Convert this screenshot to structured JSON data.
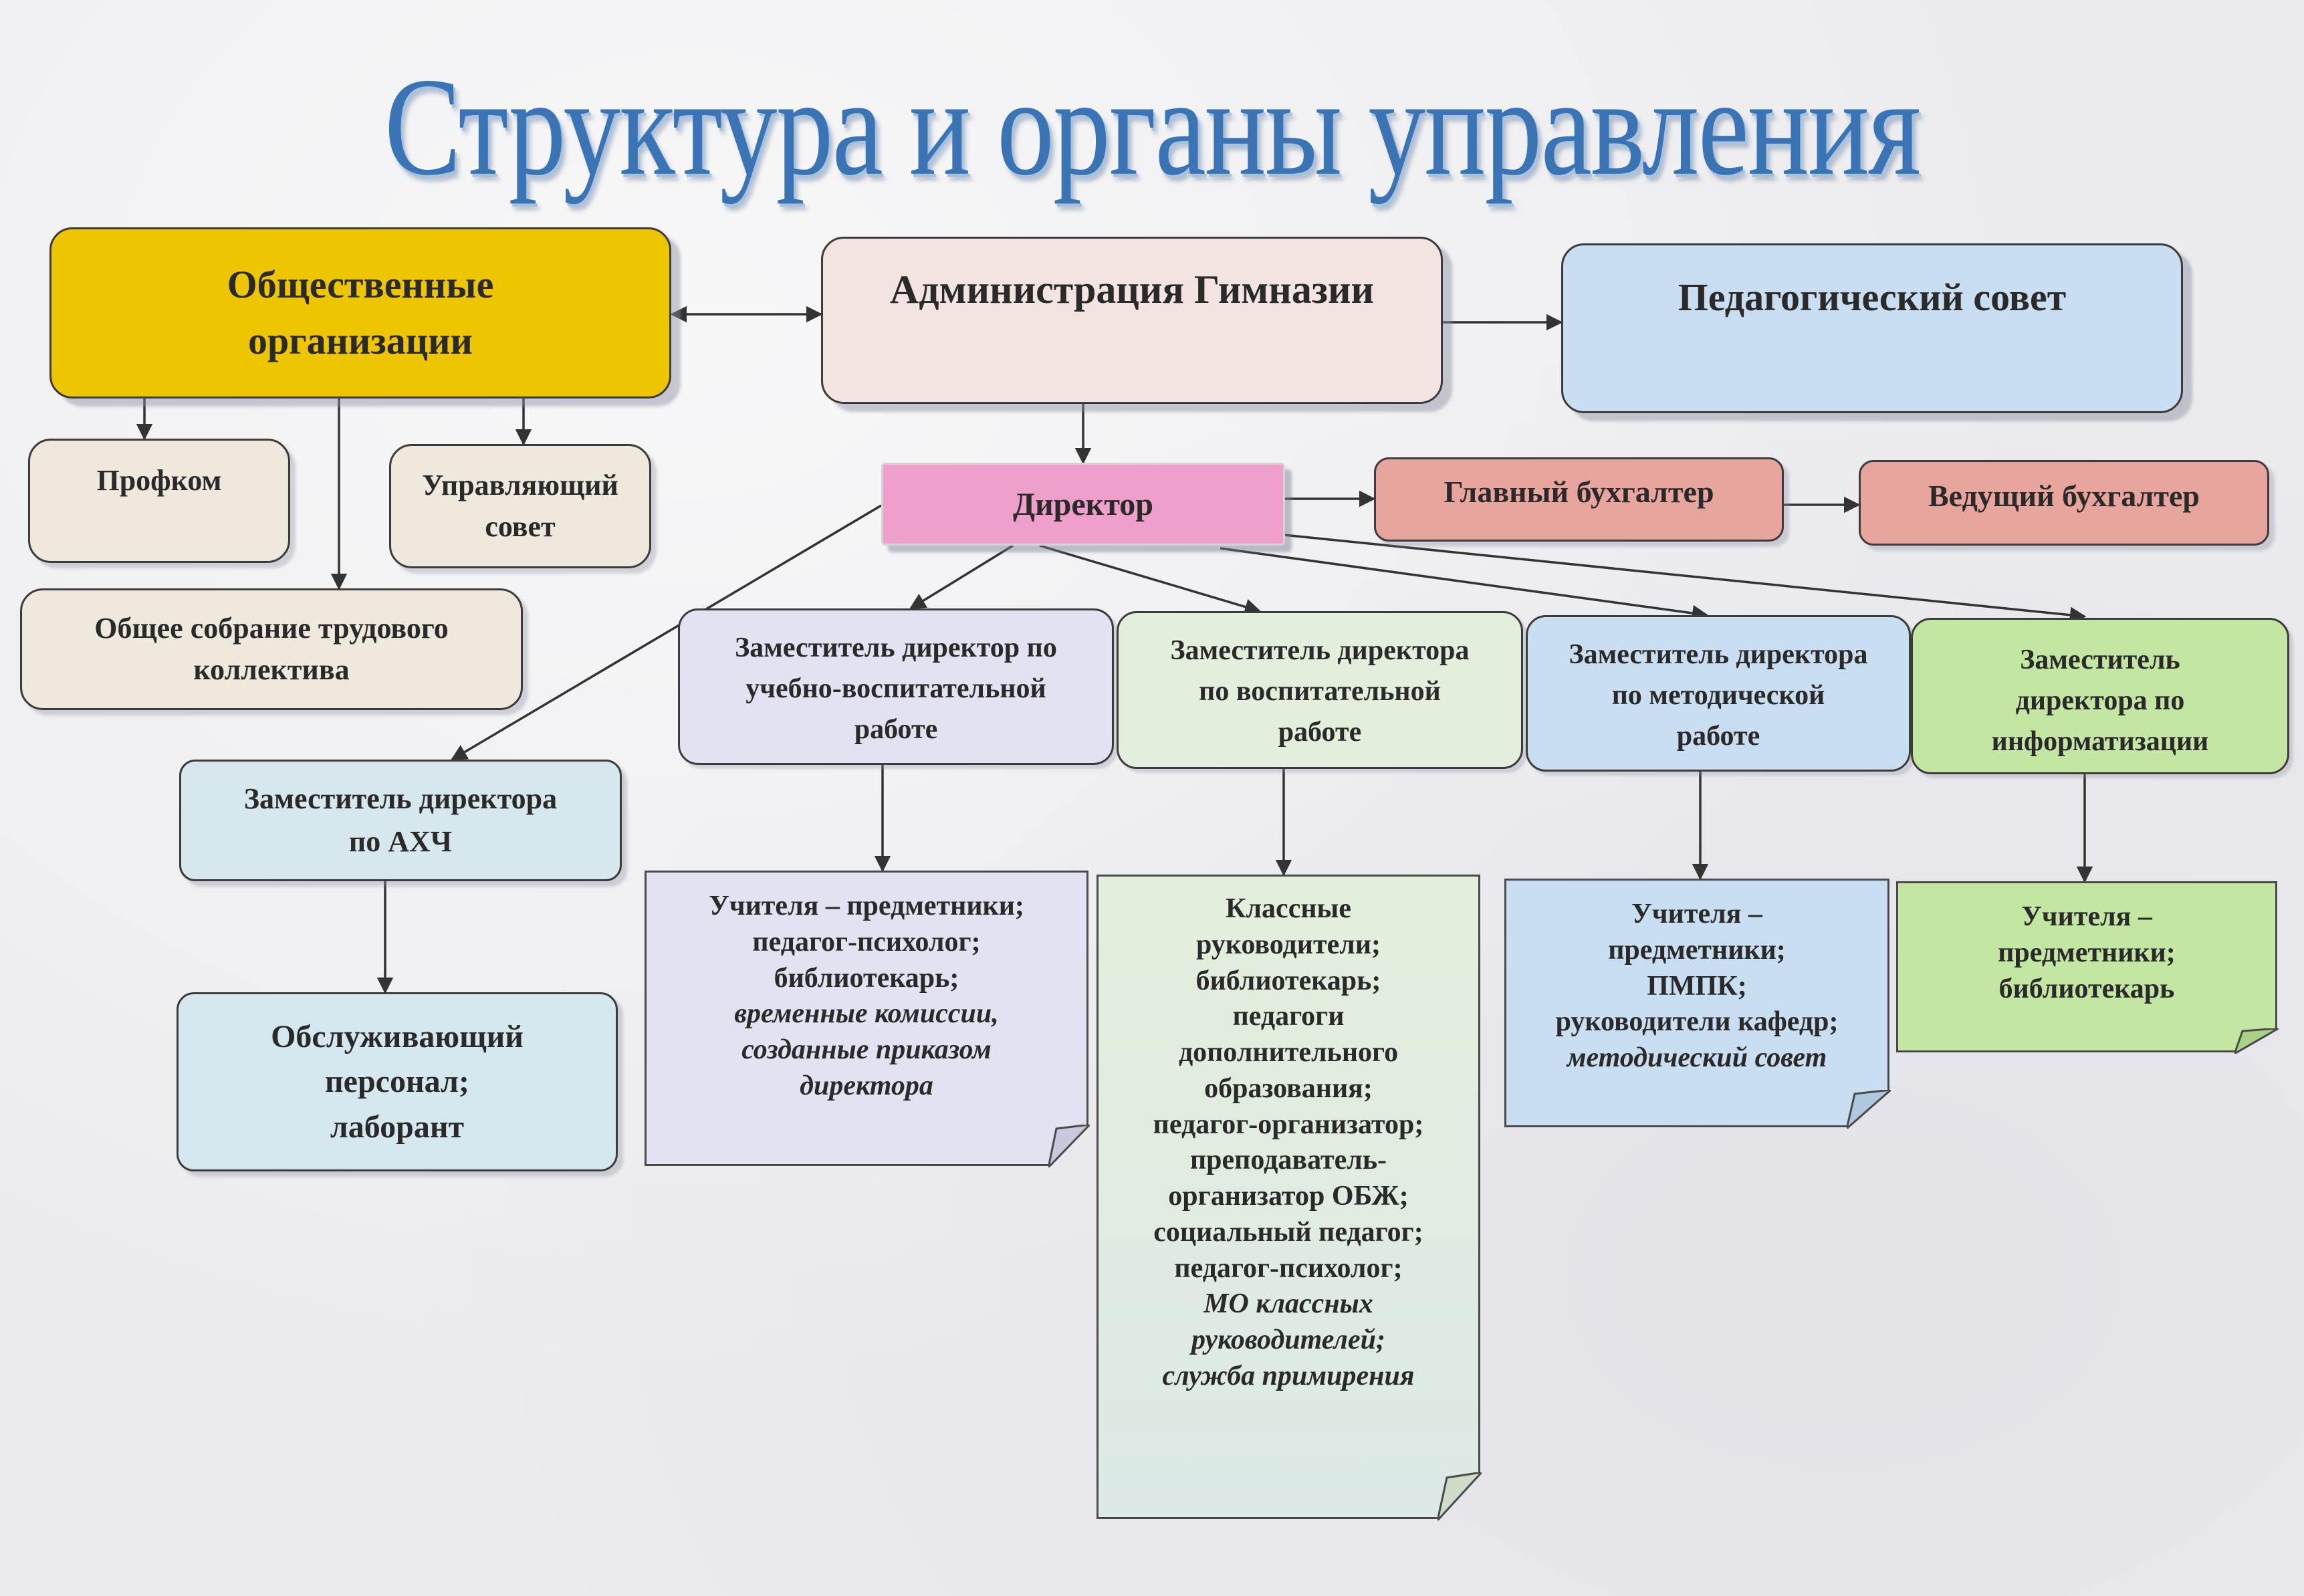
{
  "title": "Структура и органы управления",
  "boxes": {
    "public_orgs": "Общественные\nорганизации",
    "admin": "Администрация Гимназии",
    "ped_council": "Педагогический совет",
    "profkom": "Профком",
    "managing_council": "Управляющий\nсовет",
    "general_meeting": "Общее собрание трудового\nколлектива",
    "director": "Директор",
    "chief_accountant": "Главный бухгалтер",
    "lead_accountant": "Ведущий бухгалтер",
    "deputy_uvr": "Заместитель директор по\nучебно-воспитательной\nработе",
    "deputy_vr": "Заместитель директора\nпо воспитательной\nработе",
    "deputy_mr": "Заместитель директора\nпо методической\nработе",
    "deputy_info": "Заместитель\nдиректора по\nинформатизации",
    "deputy_ahch": "Заместитель директора\nпо АХЧ",
    "service_staff": "Обслуживающий\nперсонал;\nлаборант"
  },
  "notes": {
    "uvr": {
      "lines": [
        "Учителя – предметники;",
        "педагог-психолог;",
        "библиотекарь;"
      ],
      "italic_lines": [
        "временные комиссии,",
        "созданные приказом",
        "директора"
      ]
    },
    "vr": {
      "lines": [
        "Классные",
        "руководители;",
        "библиотекарь;",
        "педагоги",
        "дополнительного",
        "образования;",
        "педагог-организатор;",
        "преподаватель-",
        "организатор ОБЖ;",
        "социальный педагог;",
        "педагог-психолог;"
      ],
      "italic_lines": [
        "МО классных",
        "руководителей;",
        "служба примирения"
      ]
    },
    "mr": {
      "lines": [
        "Учителя –",
        "предметники;",
        "ПМПК;",
        "руководители кафедр;"
      ],
      "italic_lines": [
        "методический совет"
      ]
    },
    "info": {
      "lines": [
        "Учителя –",
        "предметники;",
        "библиотекарь"
      ],
      "italic_lines": []
    }
  },
  "colors": {
    "title": "#3a74b4",
    "public_orgs": "#edc500",
    "admin": "#f3e4e2",
    "ped_council": "#c9def0",
    "director": "#ef9fcc",
    "accountant": "#e7a59d",
    "deputy_uvr": "#e3e2f3",
    "deputy_vr": "#e4eedc",
    "deputy_mr": "#c9def0",
    "deputy_info": "#c3e6a3",
    "deputy_ahch": "#d7e7ee",
    "service_staff": "#d5e8ef",
    "light_box": "#eee8dd"
  }
}
